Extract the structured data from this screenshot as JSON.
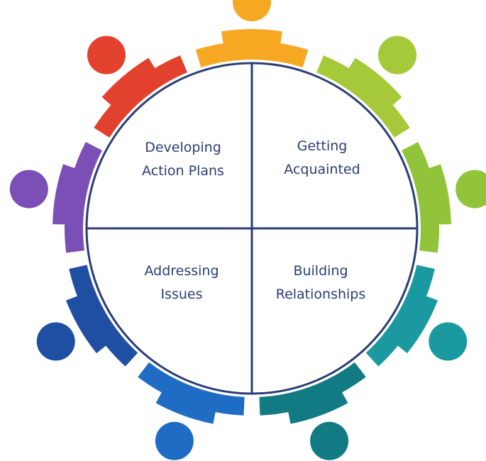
{
  "diagram": {
    "quadrants": [
      {
        "position": "top-left",
        "lines": [
          "Developing",
          "Action Plans"
        ]
      },
      {
        "position": "top-right",
        "lines": [
          "Getting",
          "Acquainted"
        ]
      },
      {
        "position": "bottom-left",
        "lines": [
          "Addressing",
          "Issues"
        ]
      },
      {
        "position": "bottom-right",
        "lines": [
          "Building",
          "Relationships"
        ]
      }
    ],
    "colors": {
      "line": "#2b3d74",
      "text": "#2b3d74",
      "people": [
        "#f7a823",
        "#a6c93a",
        "#92c43b",
        "#1a9aa0",
        "#117a83",
        "#1e6cc4",
        "#1f4fa3",
        "#7b4fb5",
        "#e2412d"
      ]
    },
    "people_count": 9
  }
}
